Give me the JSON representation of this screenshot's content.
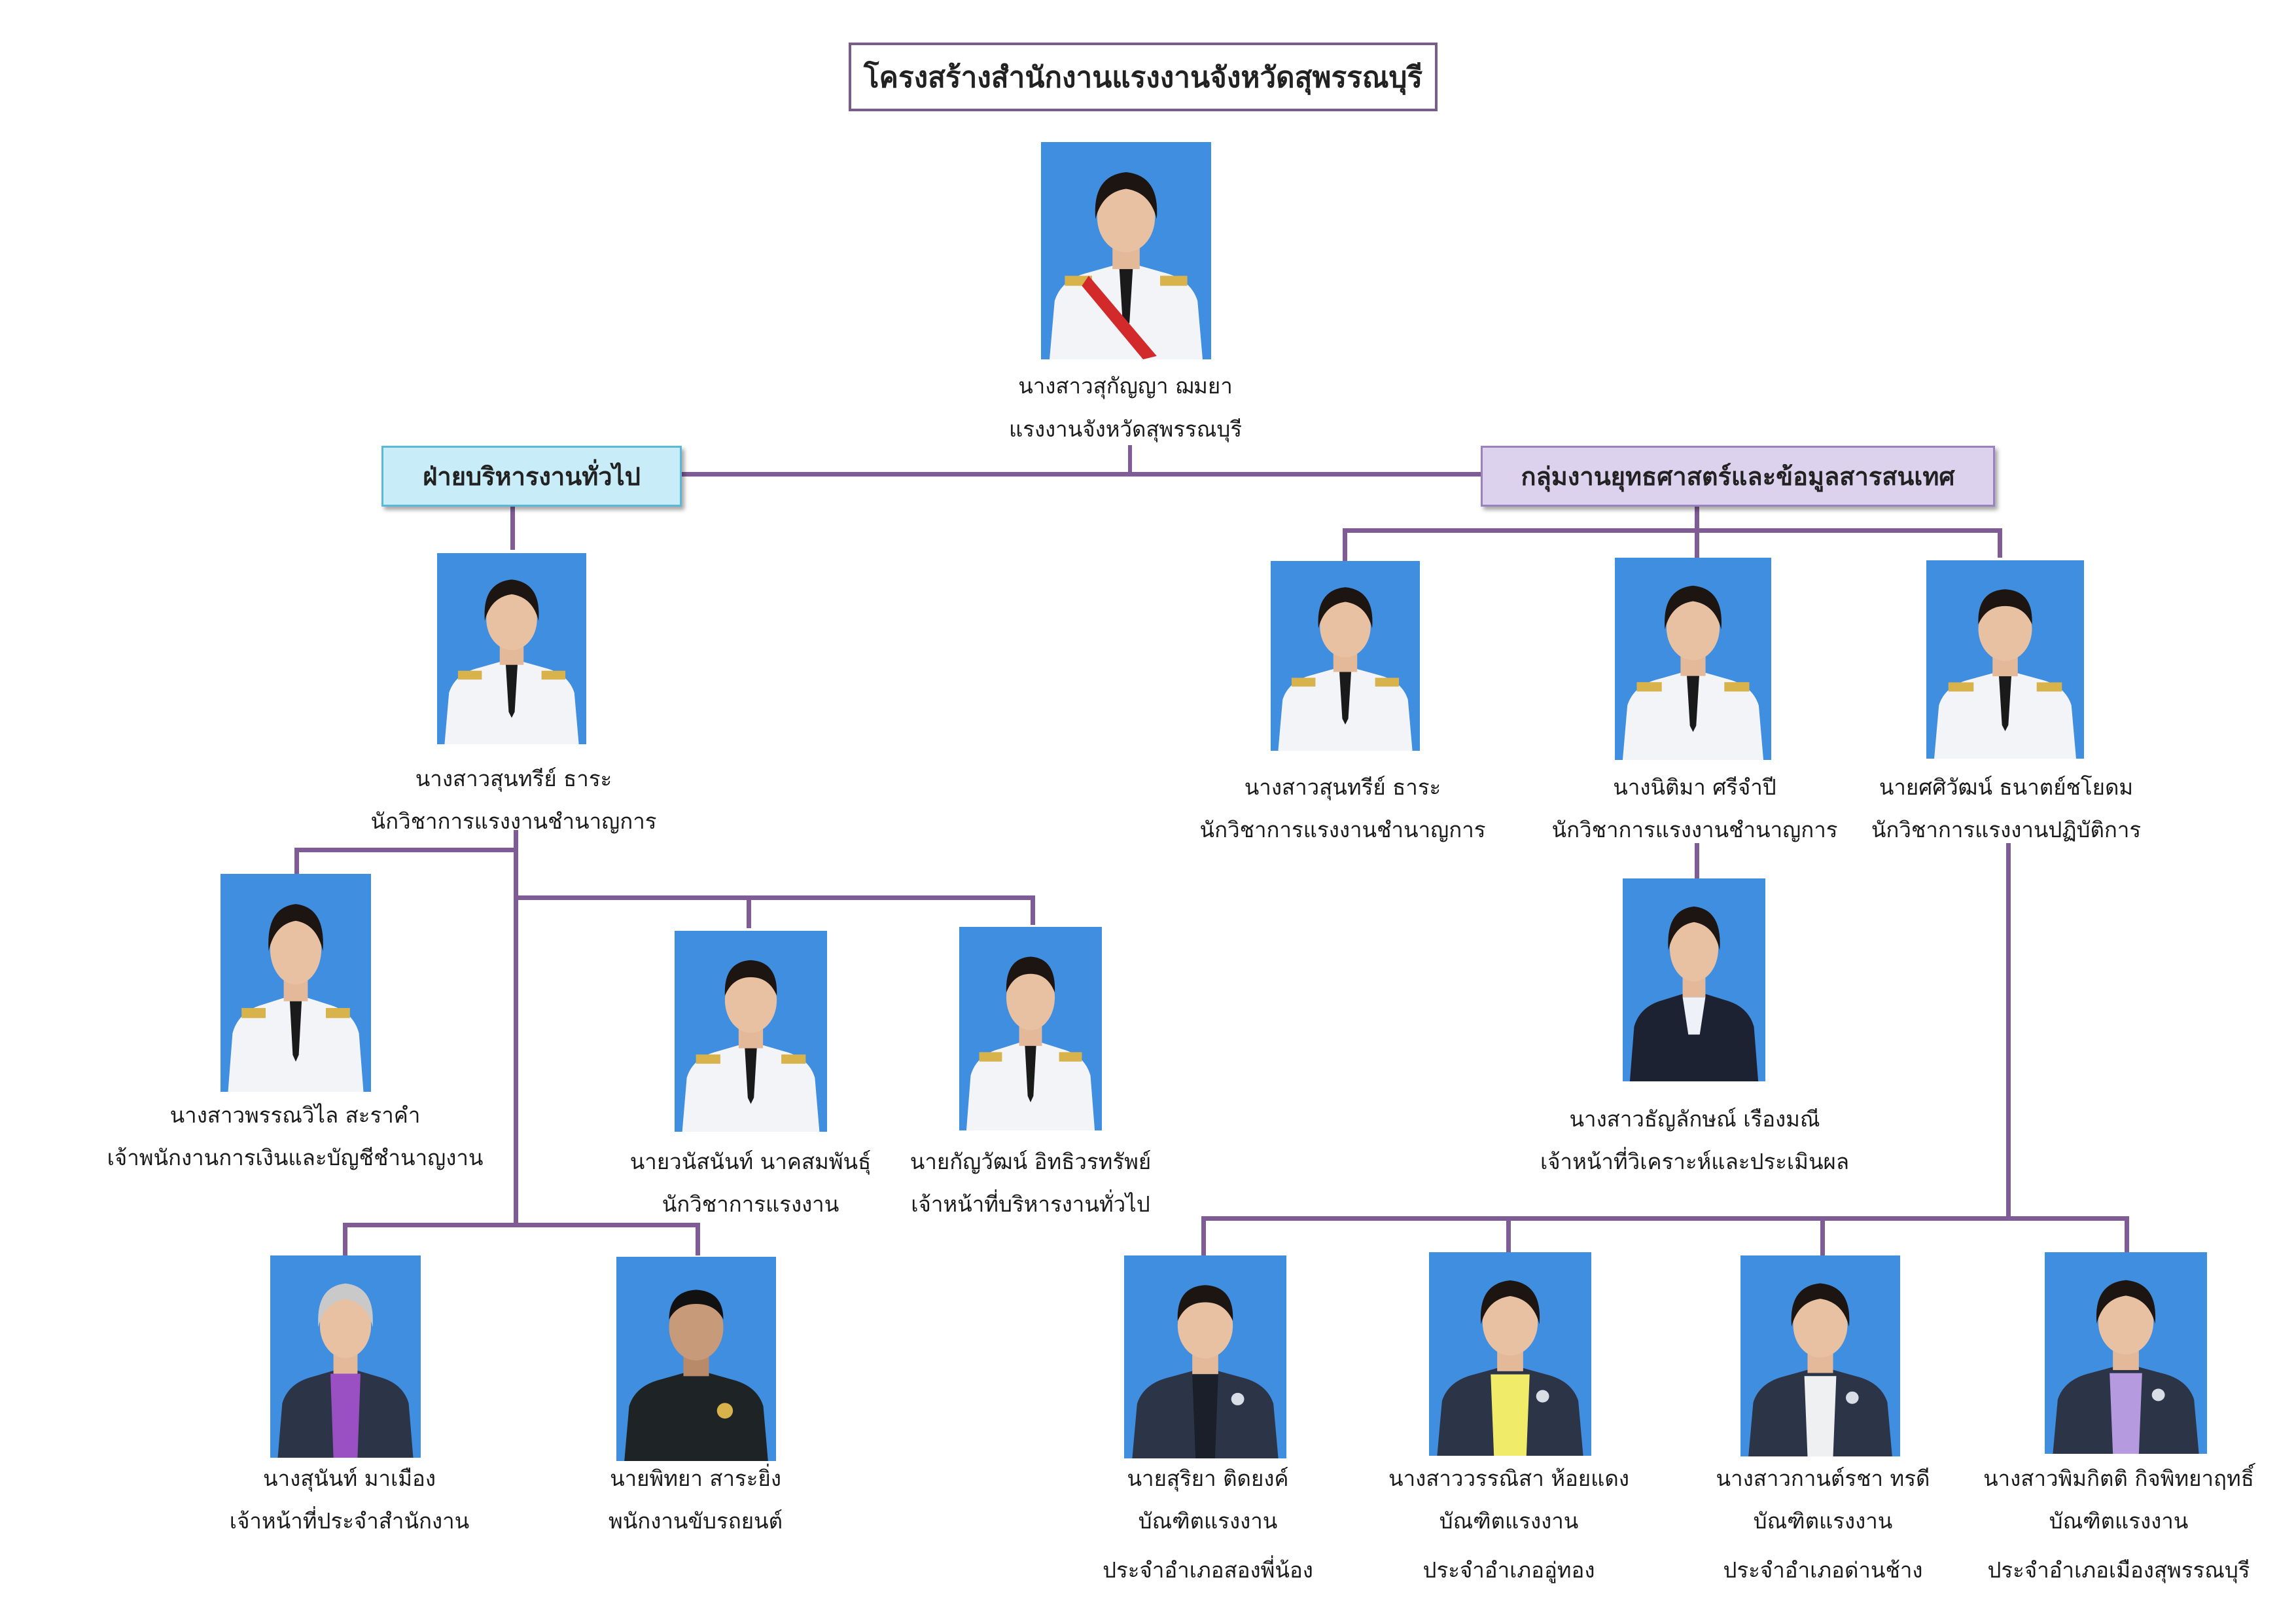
{
  "title": "โครงสร้างสำนักงานแรงงานจังหวัดสุพรรณบุรี",
  "head": {
    "name": "นางสาวสุกัญญา ฌมยา",
    "position": "แรงงานจังหวัดสุพรรณบุรี"
  },
  "departments": {
    "general": "ฝ่ายบริหารงานทั่วไป",
    "strategy": "กลุ่มงานยุทธศาสตร์และข้อมูลสารสนเทศ"
  },
  "people": [
    {
      "name": "นางสาวสุนทรีย์ ธาระ",
      "position": "นักวิชาการแรงงานชำนาญการ"
    },
    {
      "name": "นางสาวพรรณวิไล สะราคำ",
      "position": "เจ้าพนักงานการเงินและบัญชีชำนาญงาน"
    },
    {
      "name": "นายวนัสนันท์ นาคสมพันธุ์",
      "position": "นักวิชาการแรงงาน"
    },
    {
      "name": "นายกัญวัฒน์ อิทธิวรทรัพย์",
      "position": "เจ้าหน้าที่บริหารงานทั่วไป"
    },
    {
      "name": "นางสุนันท์ มาเมือง",
      "position": "เจ้าหน้าที่ประจำสำนักงาน"
    },
    {
      "name": "นายพิทยา สาระยิ่ง",
      "position": "พนักงานขับรถยนต์"
    },
    {
      "name": "นางสาวสุนทรีย์ ธาระ",
      "position": "นักวิชาการแรงงานชำนาญการ"
    },
    {
      "name": "นางนิติมา ศรีจำปี",
      "position": "นักวิชาการแรงงานชำนาญการ"
    },
    {
      "name": "นายศศิวัฒน์ ธนาตย์ชโยดม",
      "position": "นักวิชาการแรงงานปฏิบัติการ"
    },
    {
      "name": "นางสาวธัญลักษณ์ เรืองมณี",
      "position": "เจ้าหน้าที่วิเคราะห์และประเมินผล"
    },
    {
      "name": "นายสุริยา ติดยงค์",
      "position": "บัณฑิตแรงงาน",
      "area": "ประจำอำเภอสองพี่น้อง"
    },
    {
      "name": "นางสาววรรณิสา ห้อยแดง",
      "position": "บัณฑิตแรงงาน",
      "area": "ประจำอำเภออู่ทอง"
    },
    {
      "name": "นางสาวกานต์รชา ทรดี",
      "position": "บัณฑิตแรงงาน",
      "area": "ประจำอำเภอด่านช้าง"
    },
    {
      "name": "นางสาวพิมกิตติ กิจพิทยาฤทธิ์",
      "position": "บัณฑิตแรงงาน",
      "area": "ประจำอำเภอเมืองสุพรรณบุรี"
    }
  ],
  "colors": {
    "connector": "#7f5c96",
    "photo_bg": "#3f8ee0",
    "uniform_white": "#f2f4f8",
    "uniform_dark": "#2c3448"
  }
}
